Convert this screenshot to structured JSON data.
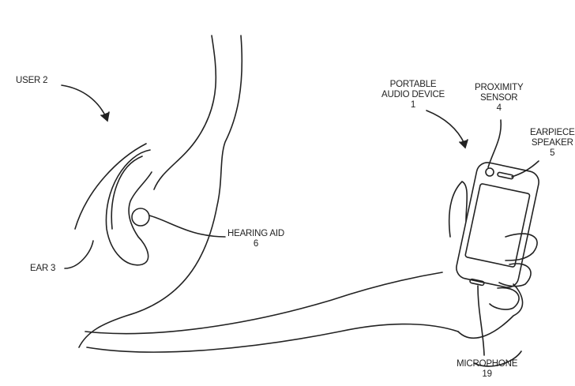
{
  "labels": {
    "user": {
      "name": "USER 2"
    },
    "device": {
      "line1": "PORTABLE",
      "line2": "AUDIO DEVICE",
      "num": "1"
    },
    "proximity": {
      "line1": "PROXIMITY",
      "line2": "SENSOR",
      "num": "4"
    },
    "earpiece": {
      "line1": "EARPIECE",
      "line2": "SPEAKER",
      "num": "5"
    },
    "hearing_aid": {
      "line1": "HEARING AID",
      "num": "6"
    },
    "ear": {
      "name": "EAR 3"
    },
    "microphone": {
      "line1": "MICROPHONE",
      "num": "19"
    }
  }
}
